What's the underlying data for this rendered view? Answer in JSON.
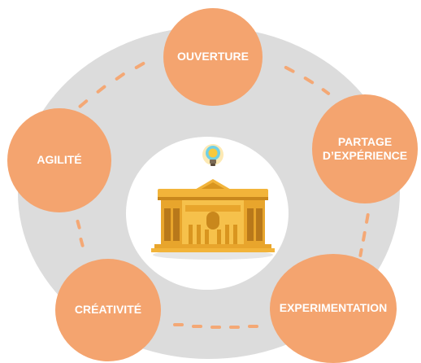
{
  "diagram": {
    "nodes": {
      "ouverture": {
        "label": "OUVERTURE"
      },
      "partage": {
        "line1": "PARTAGE",
        "line2": "D’EXPÉRIENCE"
      },
      "agilite": {
        "label": "AGILITÉ"
      },
      "creativite": {
        "label": "CRÉATIVITÉ"
      },
      "experimentation": {
        "label": "EXPERIMENTATION"
      }
    },
    "center_image": "museum-building-with-lightbulb"
  },
  "colors": {
    "node_fill": "#f4a46f",
    "node_text": "#ffffff",
    "ring": "#dcdcdc",
    "connector": "#f4a875",
    "building": "#f2b43a",
    "bulb": "#f7c93c"
  }
}
